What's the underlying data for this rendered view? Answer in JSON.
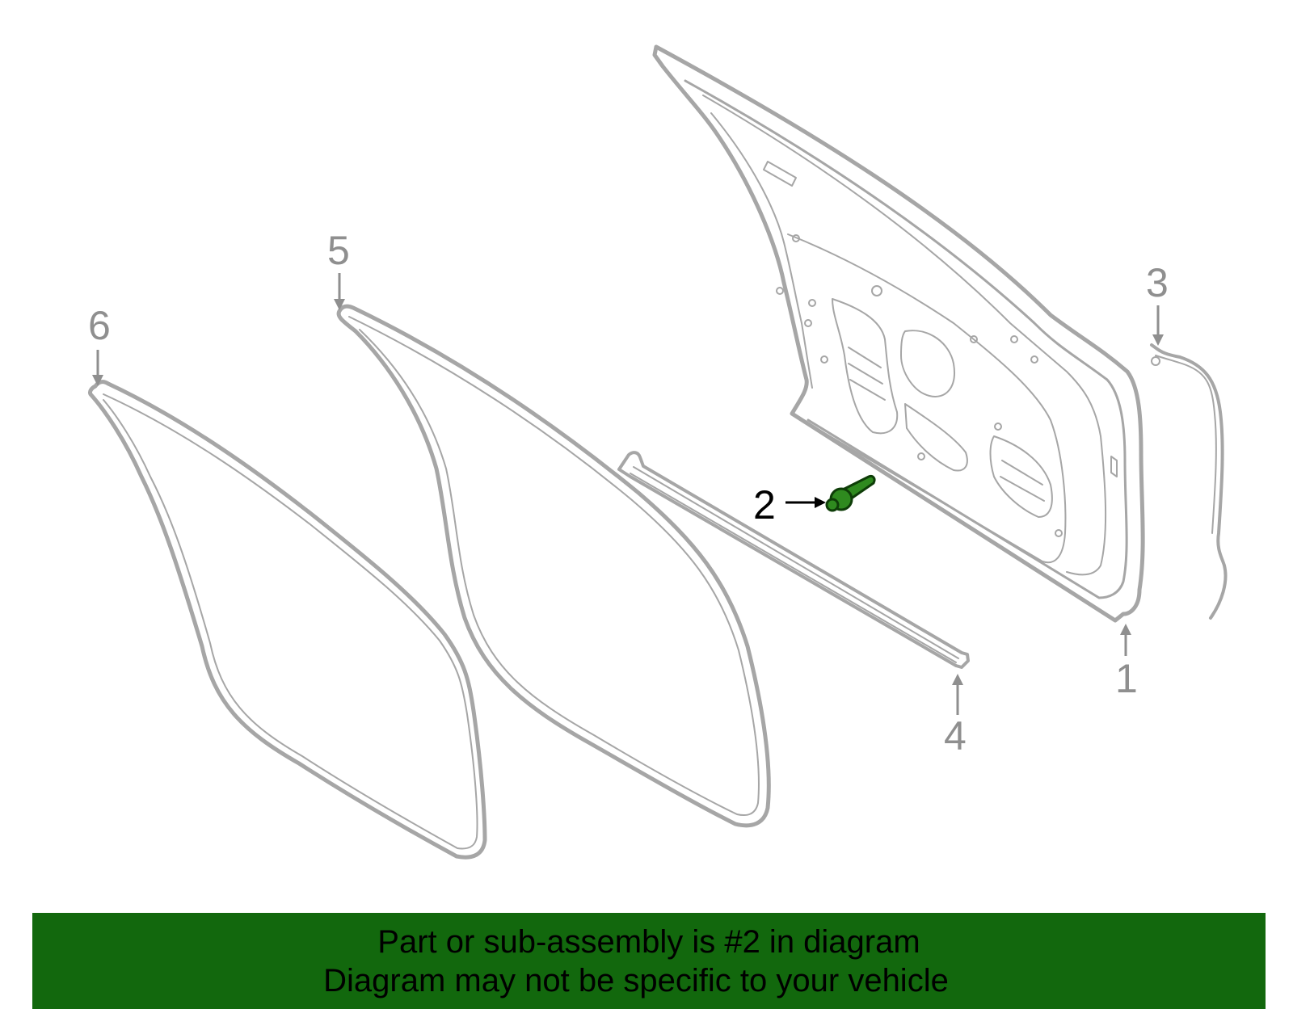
{
  "callouts": [
    {
      "id": "1",
      "label": "1",
      "active": false
    },
    {
      "id": "2",
      "label": "2",
      "active": true
    },
    {
      "id": "3",
      "label": "3",
      "active": false
    },
    {
      "id": "4",
      "label": "4",
      "active": false
    },
    {
      "id": "5",
      "label": "5",
      "active": false
    },
    {
      "id": "6",
      "label": "6",
      "active": false
    }
  ],
  "colors": {
    "banner_background": "#12680d",
    "highlight_part": "#2f8a1f",
    "line_art": "#a6a6a6",
    "callout_text": "#8f8f8f"
  },
  "banner": {
    "line1": "Part or sub-assembly is #2 in diagram",
    "line2": "Diagram may not be specific to your vehicle"
  }
}
